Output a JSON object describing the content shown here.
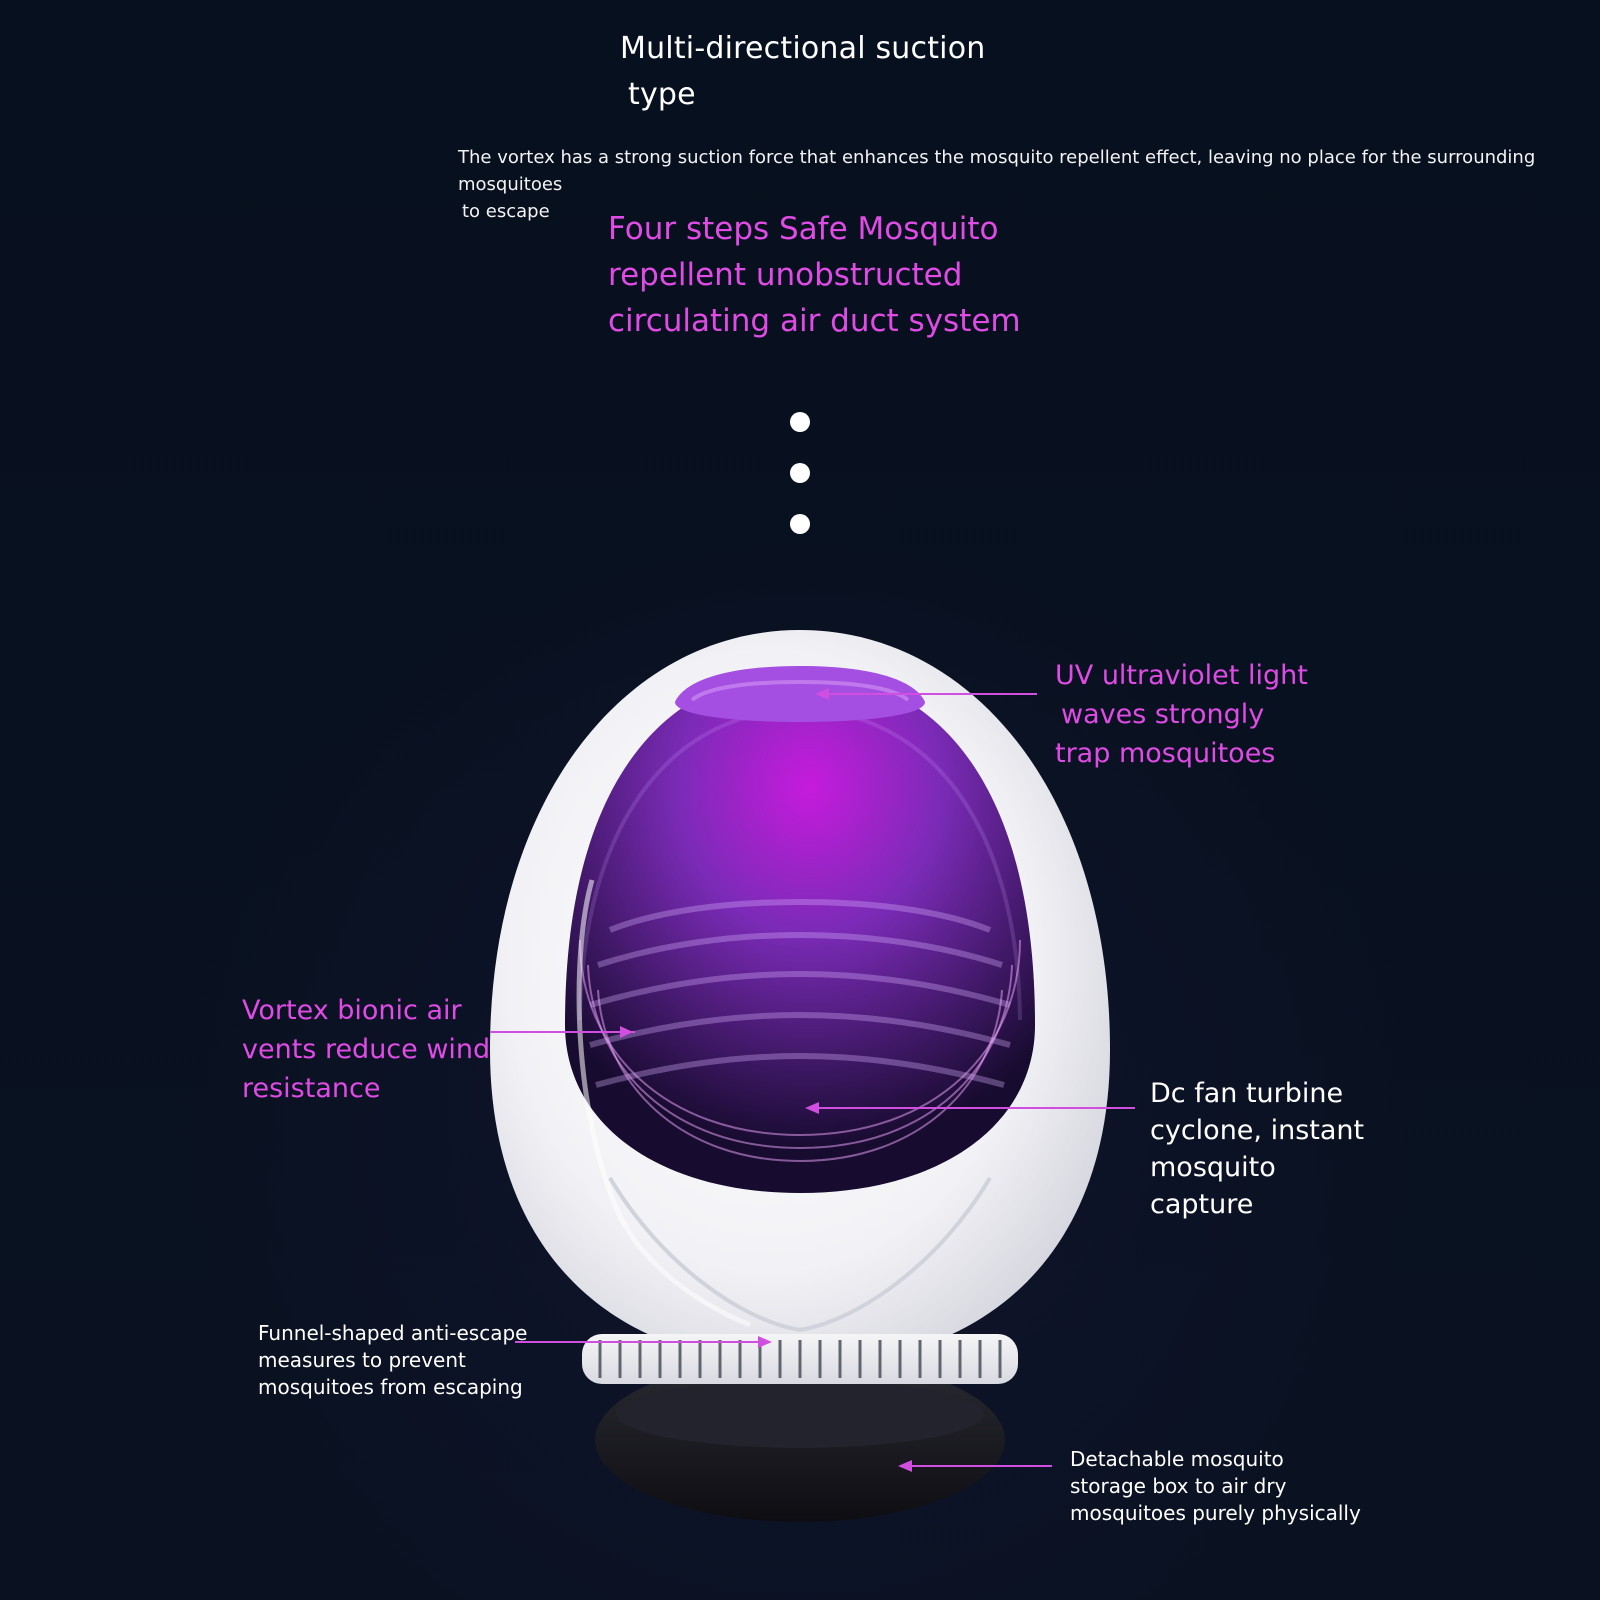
{
  "heading": {
    "line1": "Multi-directional suction",
    "line2": "type"
  },
  "subtext": {
    "line1": "The vortex has a strong suction force that enhances the mosquito repellent effect, leaving no place for the surrounding mosquitoes",
    "line2": "to escape"
  },
  "feature_title": {
    "line1": "Four steps Safe Mosquito",
    "line2": "repellent unobstructed",
    "line3": "circulating air duct system"
  },
  "labels": {
    "uv": {
      "line1": "UV ultraviolet light",
      "line2": "waves strongly",
      "line3": "trap mosquitoes"
    },
    "vortex": {
      "line1": "Vortex bionic air",
      "line2": "vents reduce wind",
      "line3": "resistance"
    },
    "fan": {
      "line1": "Dc fan turbine",
      "line2": "cyclone, instant",
      "line3": "mosquito",
      "line4": "capture"
    },
    "funnel": {
      "line1": "Funnel-shaped anti-escape",
      "line2": "measures to prevent",
      "line3": "mosquitoes from escaping"
    },
    "storage": {
      "line1": "Detachable mosquito",
      "line2": "storage box to air dry",
      "line3": "mosquitoes purely physically"
    }
  },
  "colors": {
    "background": "#08101f",
    "accent_pink": "#e04be6",
    "text_white": "#ffffff",
    "device_shell": "#f3f3f6",
    "uv_purple": "#7b2bb7",
    "base_black": "#1c1c22"
  },
  "icons": {
    "progress_dots": "three-white-dots",
    "device": "egg-shaped-mosquito-lamp",
    "callout_arrow": "pink-arrow"
  }
}
